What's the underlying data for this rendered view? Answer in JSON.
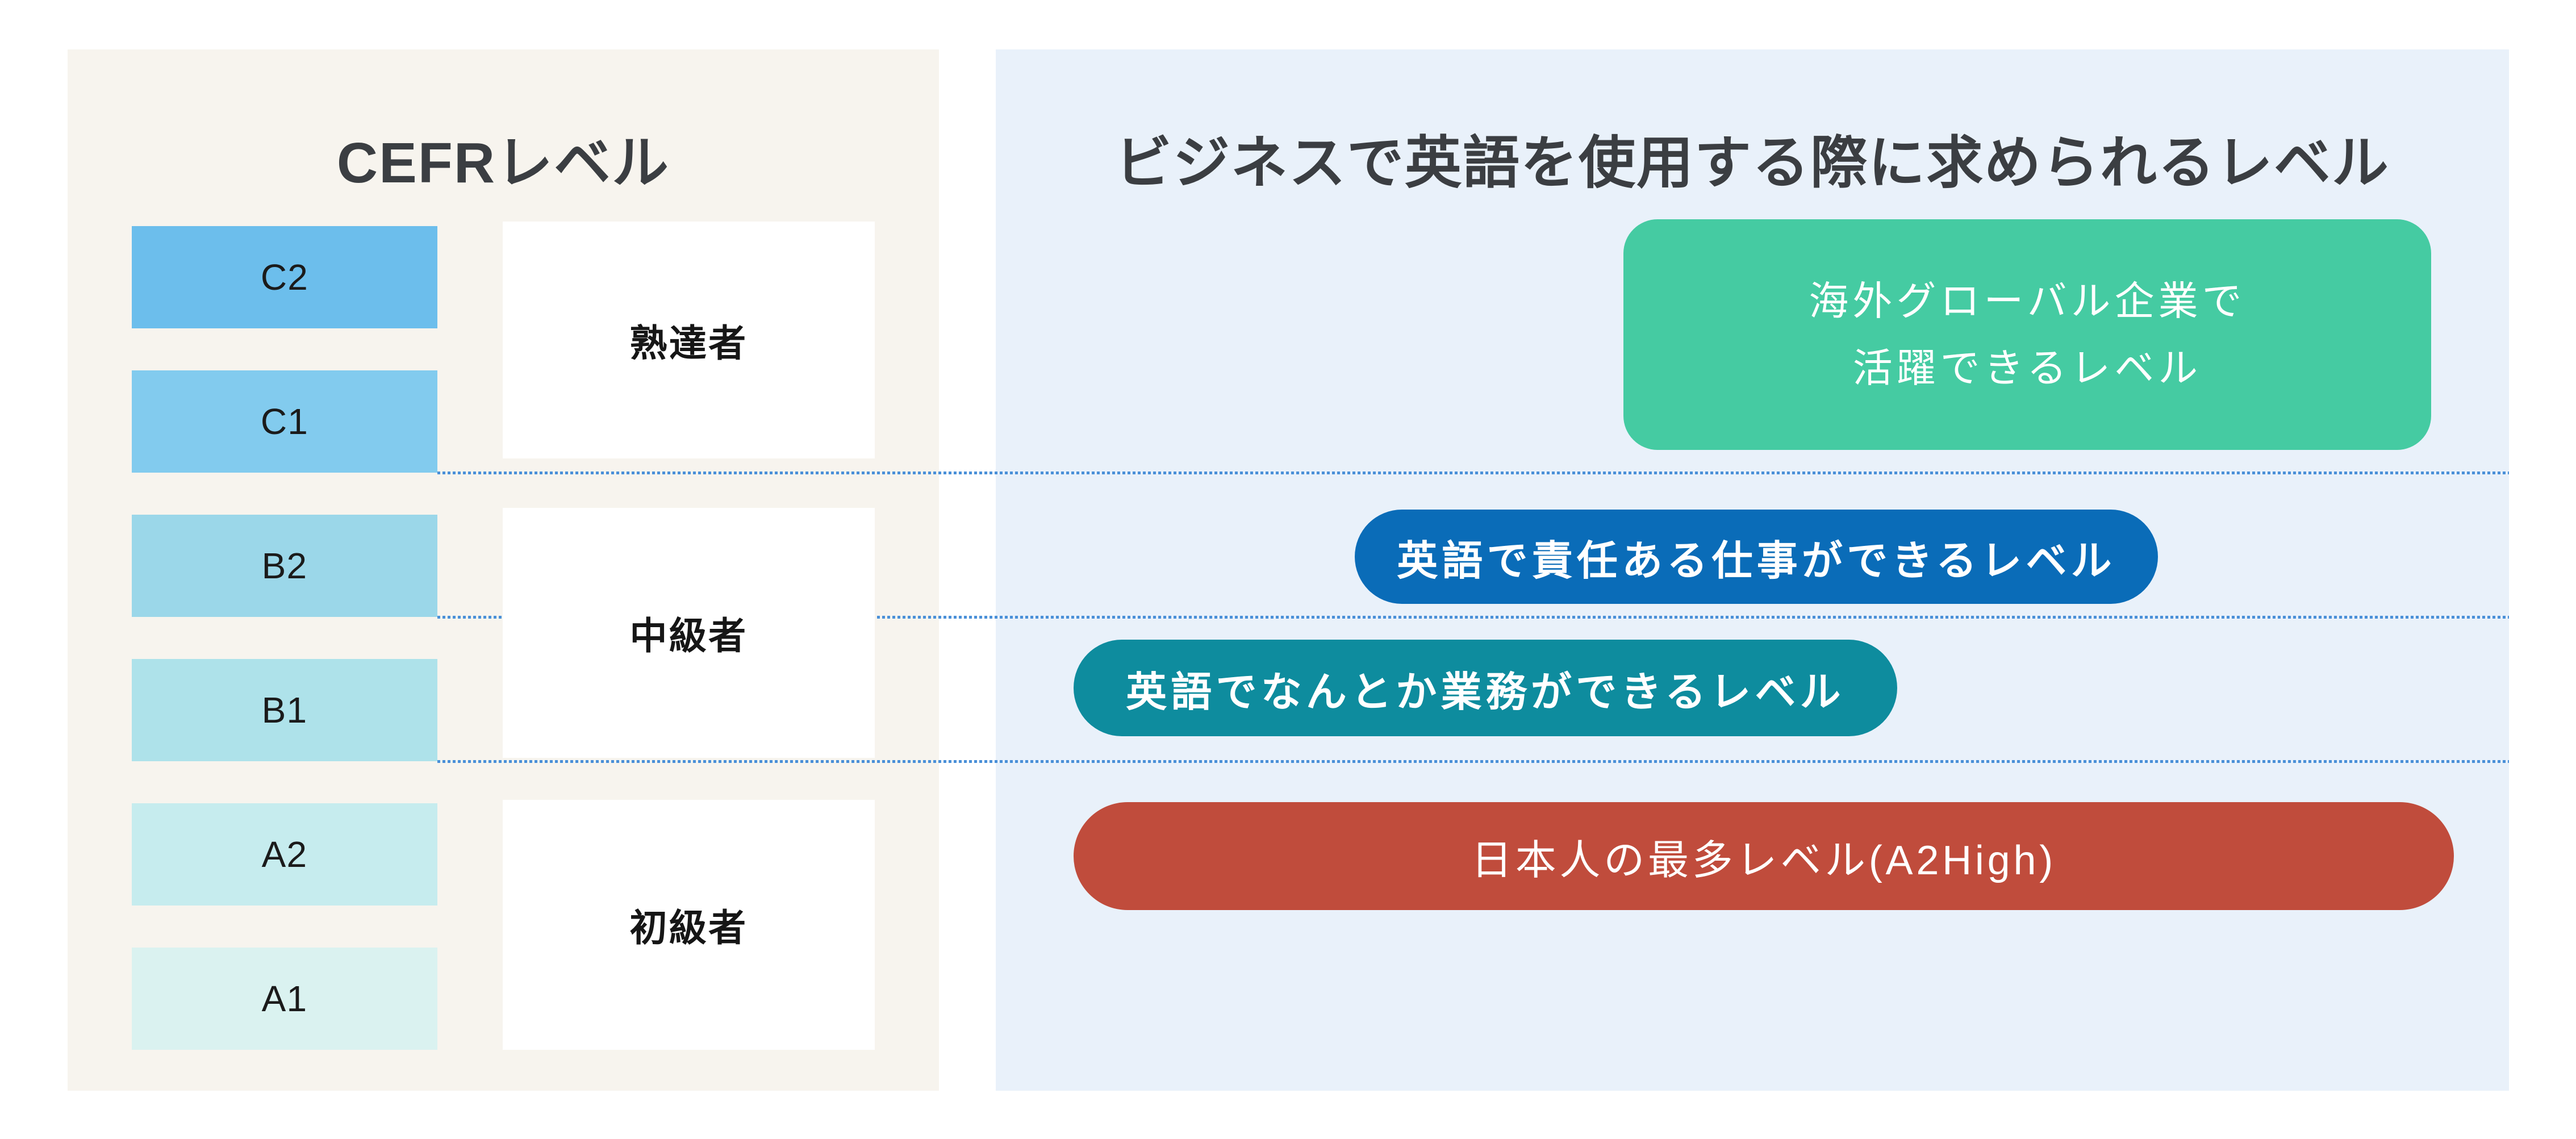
{
  "left_panel": {
    "bg": "#F7F4EE",
    "title": "CEFRレベル",
    "levels": [
      {
        "label": "C2",
        "color": "#6CBEEC"
      },
      {
        "label": "C1",
        "color": "#82CBEE"
      },
      {
        "label": "B2",
        "color": "#9BD7E9"
      },
      {
        "label": "B1",
        "color": "#AEE2EA"
      },
      {
        "label": "A2",
        "color": "#C6ECEE"
      },
      {
        "label": "A1",
        "color": "#DAF2F0"
      }
    ],
    "groups": [
      {
        "label": "熟達者"
      },
      {
        "label": "中級者"
      },
      {
        "label": "初級者"
      }
    ]
  },
  "right_panel": {
    "bg": "#E9F1FA",
    "title": "ビジネスで英語を使用する際に求められるレベル",
    "badges": [
      {
        "line1": "海外グローバル企業で",
        "line2": "活躍できるレベル",
        "color": "#45CBA2"
      },
      {
        "text": "英語で責任ある仕事ができるレベル",
        "color": "#0A6CB8"
      },
      {
        "text": "英語でなんとか業務ができるレベル",
        "color": "#0E8C9E"
      },
      {
        "text": "日本人の最多レベル(A2High)",
        "color": "#C04C3C"
      }
    ]
  },
  "divider": {
    "color": "#4A90D8"
  }
}
